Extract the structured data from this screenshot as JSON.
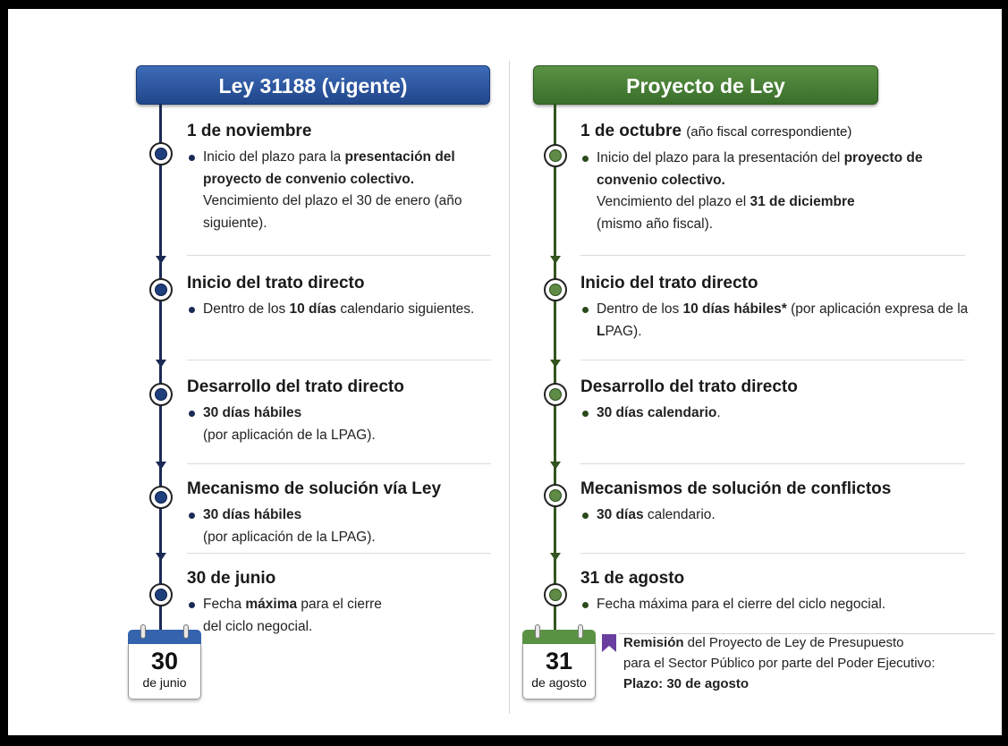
{
  "left": {
    "header": "Ley 31188 (vigente)",
    "steps": [
      {
        "title": "1 de noviembre",
        "body_html": "Inicio del plazo para la <b>presentación del proyecto de convenio colectivo.</b> Vencimiento del plazo el 30 de enero (año siguiente)."
      },
      {
        "title": "Inicio del trato directo",
        "body_html": "Dentro de los <b>10 días</b> calendario siguientes."
      },
      {
        "title": "Desarrollo del trato directo",
        "body_html": "<b>30 días hábiles</b><br>(por aplicación de la LPAG)."
      },
      {
        "title": "Mecanismo de solución vía Ley",
        "body_html": "<b>30 días hábiles</b><br>(por aplicación de la LPAG)."
      },
      {
        "title": "30 de junio",
        "body_html": "Fecha <b>máxima</b> para el cierre<br>del ciclo negocial."
      }
    ],
    "calendar": {
      "day": "30",
      "month": "de junio"
    }
  },
  "right": {
    "header": "Proyecto de Ley",
    "steps": [
      {
        "title": "1 de octubre",
        "title_suffix": "(año fiscal correspondiente)",
        "body_html": "Inicio del plazo para la presentación del <b>proyecto de convenio colectivo.</b><br>Vencimiento del plazo el <b>31 de diciembre</b><br>(mismo año fiscal)."
      },
      {
        "title": "Inicio del trato directo",
        "body_html": "Dentro de los <b>10 días hábiles*</b> (por aplicación expresa de la <b>L</b>PAG)."
      },
      {
        "title": "Desarrollo del trato directo",
        "body_html": "<b>30 días calendario</b>."
      },
      {
        "title": "Mecanismos de solución de conflictos",
        "body_html": "<b>30 días</b> calendario."
      },
      {
        "title": "31 de agosto",
        "body_html": "Fecha máxima para el cierre del ciclo negocial."
      }
    ],
    "calendar": {
      "day": "31",
      "month": "de agosto"
    },
    "note_html": "<b>Remisión</b> del Proyecto de Ley de Presupuesto<br>para el Sector Público por parte del Poder Ejecutivo:<br><b>Plazo: 30 de agosto</b>"
  },
  "colors": {
    "left_accent": "#21468a",
    "right_accent": "#3a6e2b",
    "flag": "#6a3fa0"
  }
}
